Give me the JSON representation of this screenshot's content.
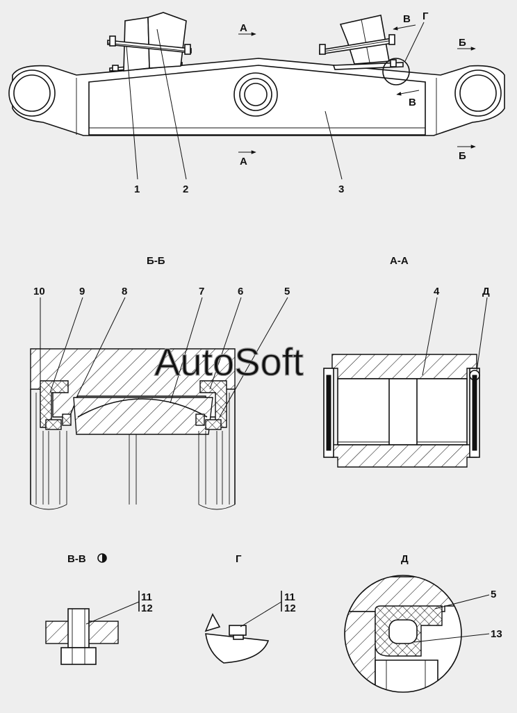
{
  "labels": {
    "part1": "1",
    "part2": "2",
    "part3": "3",
    "part4": "4",
    "part5": "5",
    "part5_detail": "5",
    "part6": "6",
    "part7": "7",
    "part8": "8",
    "part9": "9",
    "part10": "10",
    "part11_a": "11",
    "part12_a": "12",
    "part11_b": "11",
    "part12_b": "12",
    "part13": "13"
  },
  "section_marks": {
    "A_top": "А",
    "A_bottom": "А",
    "B_top": "Б",
    "B_bottom": "Б",
    "V_top": "В",
    "V_bottom": "В",
    "G_callout": "Г",
    "D_callout": "Д"
  },
  "view_titles": {
    "bb": "Б-Б",
    "aa": "А-А",
    "vv": "В-В",
    "g": "Г",
    "d": "Д"
  },
  "watermark": "AutoSoft"
}
